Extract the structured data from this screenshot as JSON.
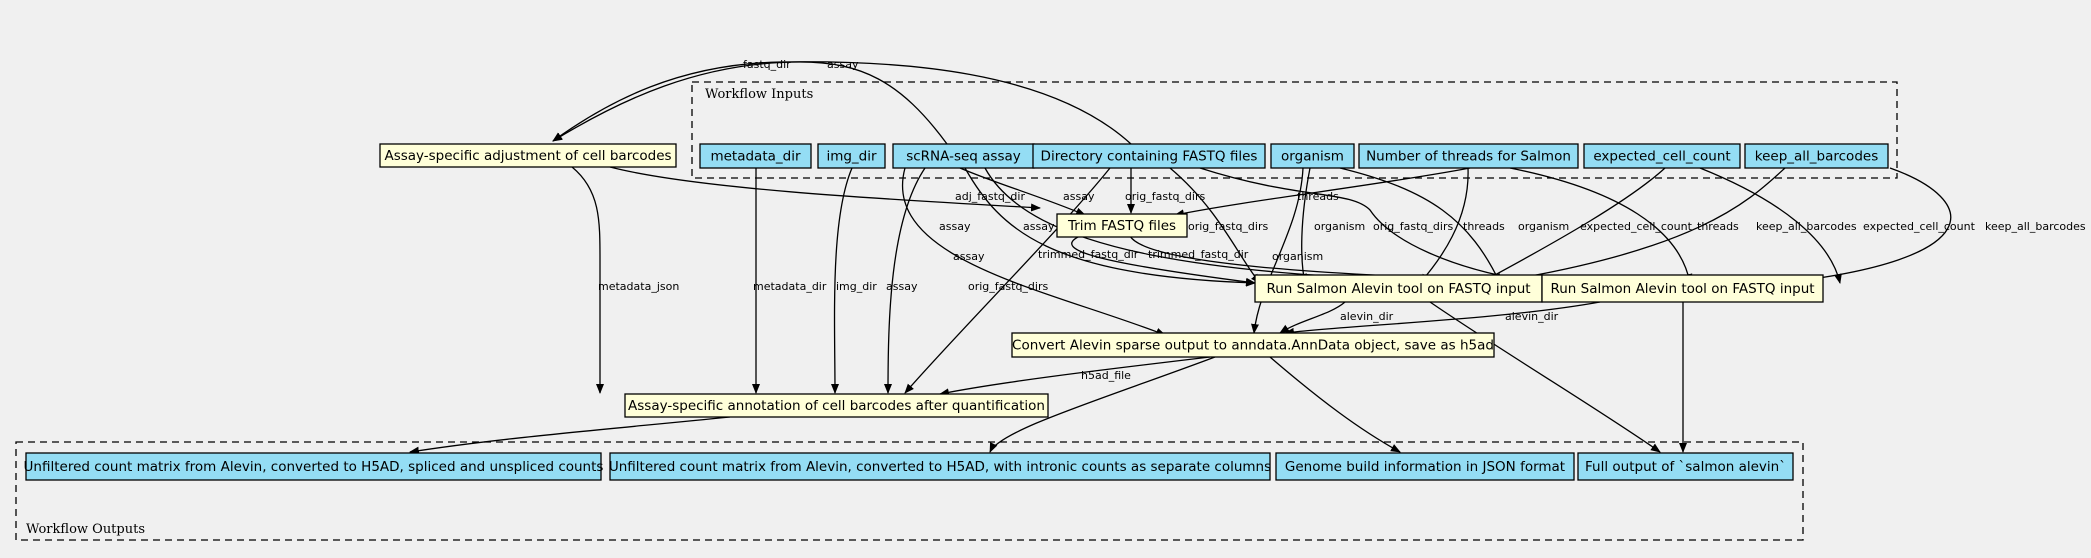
{
  "clusters": {
    "inputs_label": "Workflow Inputs",
    "outputs_label": "Workflow Outputs"
  },
  "inputs": {
    "metadata_dir": "metadata_dir",
    "img_dir": "img_dir",
    "assay": "scRNA-seq assay",
    "fastq_dir": "Directory containing FASTQ files",
    "organism": "organism",
    "threads": "Number of threads for Salmon",
    "expected_cell_count": "expected_cell_count",
    "keep_all_barcodes": "keep_all_barcodes"
  },
  "steps": {
    "adjust_barcodes": "Assay-specific adjustment of cell barcodes",
    "trim_fastq": "Trim FASTQ files",
    "salmon_1": "Run Salmon Alevin tool on FASTQ input",
    "salmon_2": "Run Salmon Alevin tool on FASTQ input",
    "convert": "Convert Alevin sparse output to anndata.AnnData object, save as h5ad",
    "annotate": "Assay-specific annotation of cell barcodes after quantification"
  },
  "outputs": {
    "h5ad_spliced": "Unfiltered count matrix from Alevin, converted to H5AD, spliced and unspliced counts",
    "h5ad_intronic": "Unfiltered count matrix from Alevin, converted to H5AD, with intronic counts as separate columns",
    "genome_build": "Genome build information in JSON format",
    "salmon_output": "Full output of `salmon alevin`"
  },
  "edge_labels": {
    "fastq_dir": "fastq_dir",
    "assay": "assay",
    "threads": "threads",
    "adj_fastq_dir": "adj_fastq_dir",
    "orig_fastq_dirs": "orig_fastq_dirs",
    "organism": "organism",
    "expected_cell_count": "expected_cell_count",
    "keep_all_barcodes": "keep_all_barcodes",
    "trimmed_fastq_dir": "trimmed_fastq_dir",
    "metadata_json": "metadata_json",
    "metadata_dir": "metadata_dir",
    "img_dir": "img_dir",
    "alevin_dir": "alevin_dir",
    "h5ad_file": "h5ad_file"
  }
}
